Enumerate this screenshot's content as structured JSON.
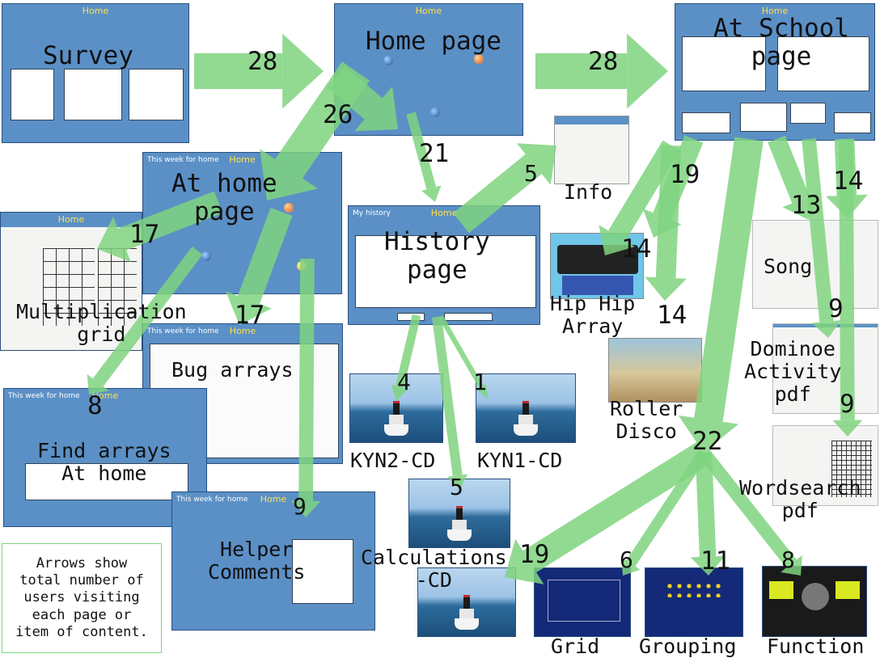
{
  "nodes": {
    "survey": {
      "label": "Survey",
      "shot_title": "Home"
    },
    "home_page": {
      "label": "Home page",
      "shot_title": "Home"
    },
    "at_school": {
      "label": "At School\npage",
      "shot_title": "Home"
    },
    "at_home": {
      "label": "At home\npage",
      "shot_title": "Home"
    },
    "history": {
      "label": "History\npage",
      "shot_title": "Home"
    },
    "info": {
      "label": "Info"
    },
    "mult_grid": {
      "label": "Multiplication\ngrid",
      "shot_title": "Home"
    },
    "bug_arrays": {
      "label": "Bug arrays",
      "shot_title": "Home"
    },
    "find_arrays": {
      "label": "Find arrays\nAt home",
      "shot_title": "Home"
    },
    "helper": {
      "label": "Helper\nComments",
      "shot_title": "Home"
    },
    "hip_hip": {
      "label": "Hip Hip\nArray"
    },
    "roller": {
      "label": "Roller\nDisco"
    },
    "song": {
      "label": "Song"
    },
    "dominoe": {
      "label": "Dominoe\nActivity\npdf"
    },
    "wordsearch": {
      "label": "Wordsearch\npdf"
    },
    "kyn2": {
      "label": "KYN2-CD"
    },
    "kyn1": {
      "label": "KYN1-CD"
    },
    "calc": {
      "label": "Calculations\n-CD"
    },
    "grid": {
      "label": "Grid"
    },
    "grouping": {
      "label": "Grouping"
    },
    "function": {
      "label": "Function"
    }
  },
  "edges": [
    {
      "from": "survey",
      "to": "home_page",
      "count": 28
    },
    {
      "from": "home_page",
      "to": "at_school",
      "count": 28
    },
    {
      "from": "home_page",
      "to": "at_home",
      "count": 26
    },
    {
      "from": "home_page",
      "to": "history",
      "count": 21
    },
    {
      "from": "history",
      "to": "info",
      "count": 5
    },
    {
      "from": "at_school",
      "to": "hip_hip",
      "count": 19
    },
    {
      "from": "at_school",
      "to": "song",
      "count": 13
    },
    {
      "from": "at_school",
      "to": "wordsearch",
      "count": 14
    },
    {
      "from": "at_school",
      "to": "roller",
      "count": 14
    },
    {
      "from": "at_school",
      "to": "hip_hip_2",
      "count": 14
    },
    {
      "from": "at_school",
      "to": "dominoe",
      "count": 9
    },
    {
      "from": "at_school",
      "to": "wordsearch_2",
      "count": 9
    },
    {
      "from": "at_school",
      "to": "maths_cds",
      "count": 22
    },
    {
      "from": "maths_cds",
      "to": "calc",
      "count": 19
    },
    {
      "from": "maths_cds",
      "to": "grid",
      "count": 6
    },
    {
      "from": "maths_cds",
      "to": "grouping",
      "count": 11
    },
    {
      "from": "maths_cds",
      "to": "function",
      "count": 8
    },
    {
      "from": "at_home",
      "to": "mult_grid",
      "count": 17
    },
    {
      "from": "at_home",
      "to": "bug_arrays",
      "count": 17
    },
    {
      "from": "at_home",
      "to": "find_arrays",
      "count": 8
    },
    {
      "from": "at_home",
      "to": "helper",
      "count": 9
    },
    {
      "from": "history",
      "to": "kyn2",
      "count": 4
    },
    {
      "from": "history",
      "to": "kyn1",
      "count": 1
    },
    {
      "from": "history",
      "to": "calc",
      "count": 5
    }
  ],
  "legend": "Arrows show\ntotal number of\nusers visiting\neach page or\nitem of content.",
  "colors": {
    "arrow": "#7fd47f",
    "screen_blue": "#5b90c6",
    "title_yellow": "#ffe14a"
  }
}
